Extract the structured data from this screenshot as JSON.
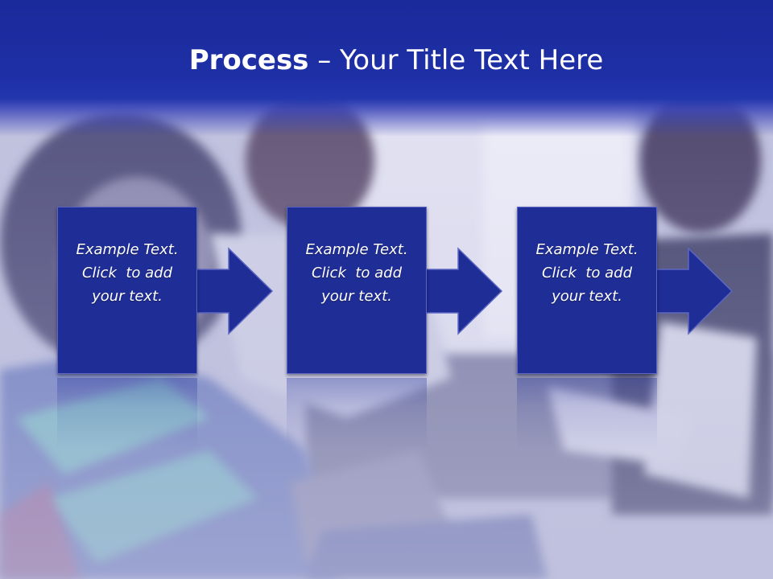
{
  "title": {
    "bold": "Process",
    "rest": " – Your Title Text Here"
  },
  "steps": [
    {
      "line1": "Example Text.",
      "line2": "Click  to add",
      "line3": "your text."
    },
    {
      "line1": "Example Text.",
      "line2": "Click  to add",
      "line3": "your text."
    },
    {
      "line1": "Example Text.",
      "line2": "Click  to add",
      "line3": "your text."
    }
  ],
  "colors": {
    "title_band": "#1e2fa6",
    "box_fill": "#1f2d97",
    "box_border": "#5d67c3",
    "text": "#ffffff"
  }
}
